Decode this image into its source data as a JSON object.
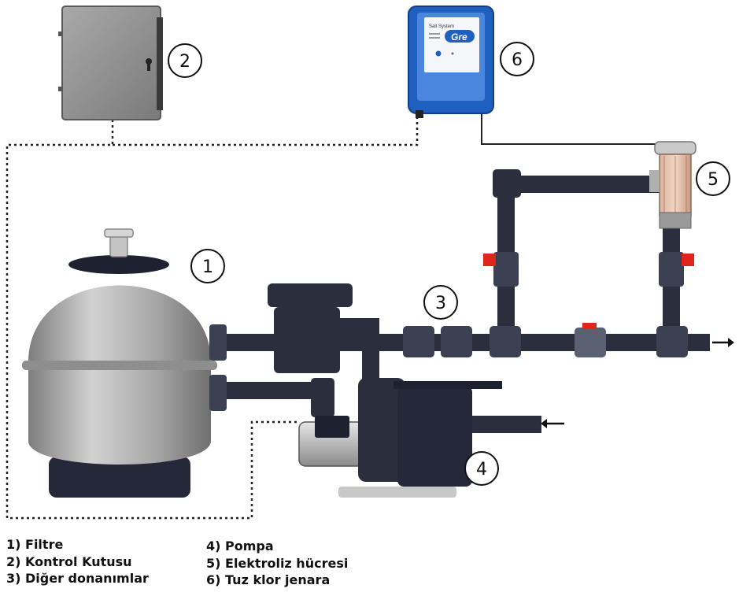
{
  "callouts": {
    "filter": "1",
    "control_box": "2",
    "equipment": "3",
    "pump": "4",
    "cell": "5",
    "chlorinator": "6"
  },
  "chlorinator_device": {
    "model_text": "Salt System",
    "brand_text": "Gre"
  },
  "legend": {
    "left": [
      "1) Filtre",
      "2) Kontrol Kutusu",
      "3) Diğer donanımlar"
    ],
    "right": [
      "4) Pompa",
      "5) Elektroliz hücresi",
      "6) Tuz klor jenara"
    ]
  },
  "colors": {
    "pipe": "#2b2f3d",
    "valve_handle": "#e0261b",
    "chlorinator_body": "#1f5fbf",
    "filter_tank": "#a9a9a9",
    "control_box": "#8c8c8c"
  }
}
